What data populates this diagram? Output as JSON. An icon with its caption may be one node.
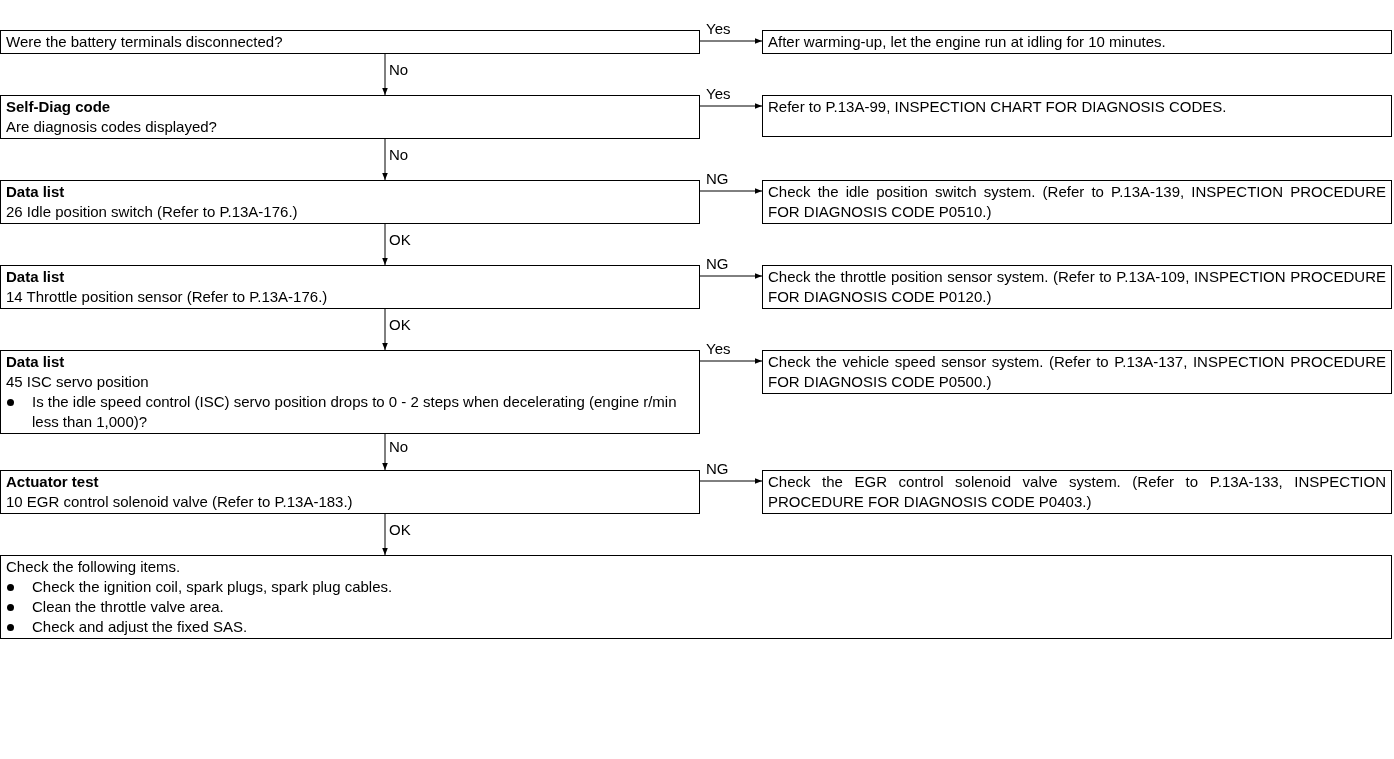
{
  "diagram": {
    "nodes": [
      {
        "text": [
          "Were the battery terminals disconnected?"
        ]
      },
      {
        "text": [
          "After warming-up, let the engine run at idling for 10 minutes."
        ]
      },
      {
        "text": [
          "Self-Diag code",
          "Are diagnosis codes displayed?"
        ]
      },
      {
        "text": [
          "Refer to P.13A-99, INSPECTION CHART FOR DIAGNOSIS CODES."
        ]
      },
      {
        "text": [
          "Data list",
          "26 Idle position switch (Refer to P.13A-176.)"
        ]
      },
      {
        "text": [
          "Check the idle position switch system. (Refer to P.13A-139, INSPECTION PROCEDURE FOR DIAGNOSIS CODE P0510.)"
        ]
      },
      {
        "text": [
          "Data list",
          "14 Throttle position sensor (Refer to P.13A-176.)"
        ]
      },
      {
        "text": [
          "Check the throttle position sensor system. (Refer to P.13A-109, INSPECTION PROCEDURE FOR DIAGNOSIS CODE P0120.)"
        ]
      },
      {
        "text": [
          "Data list",
          "45 ISC servo position",
          "Is the idle speed control (ISC) servo position drops to 0 - 2 steps when decelerating (engine r/min less than 1,000)?"
        ]
      },
      {
        "text": [
          "Check the vehicle speed sensor system. (Refer to P.13A-137, INSPECTION PROCEDURE FOR DIAGNOSIS CODE P0500.)"
        ]
      },
      {
        "text": [
          "Actuator test",
          "10 EGR control solenoid valve (Refer to P.13A-183.)"
        ]
      },
      {
        "text": [
          "Check the EGR control solenoid valve system. (Refer to P.13A-133, INSPECTION PROCEDURE FOR DIAGNOSIS CODE P0403.)"
        ]
      },
      {
        "text": [
          "Check the following items.",
          "Check the ignition coil, spark plugs, spark plug cables.",
          "Clean the throttle valve area.",
          "Check and adjust the fixed SAS."
        ]
      }
    ],
    "edges": [
      {
        "from": 0,
        "to": 1,
        "arrow": "to",
        "label": "Yes"
      },
      {
        "from": 0,
        "to": 2,
        "arrow": "to",
        "label": "No"
      },
      {
        "from": 2,
        "to": 3,
        "arrow": "to",
        "label": "Yes"
      },
      {
        "from": 2,
        "to": 4,
        "arrow": "to",
        "label": "No"
      },
      {
        "from": 4,
        "to": 5,
        "arrow": "to",
        "label": "NG"
      },
      {
        "from": 4,
        "to": 6,
        "arrow": "to",
        "label": "OK"
      },
      {
        "from": 6,
        "to": 7,
        "arrow": "to",
        "label": "NG"
      },
      {
        "from": 6,
        "to": 8,
        "arrow": "to",
        "label": "OK"
      },
      {
        "from": 8,
        "to": 9,
        "arrow": "to",
        "label": "Yes"
      },
      {
        "from": 8,
        "to": 10,
        "arrow": "to",
        "label": "No"
      },
      {
        "from": 10,
        "to": 11,
        "arrow": "to",
        "label": "NG"
      },
      {
        "from": 10,
        "to": 12,
        "arrow": "to",
        "label": "OK"
      }
    ]
  }
}
